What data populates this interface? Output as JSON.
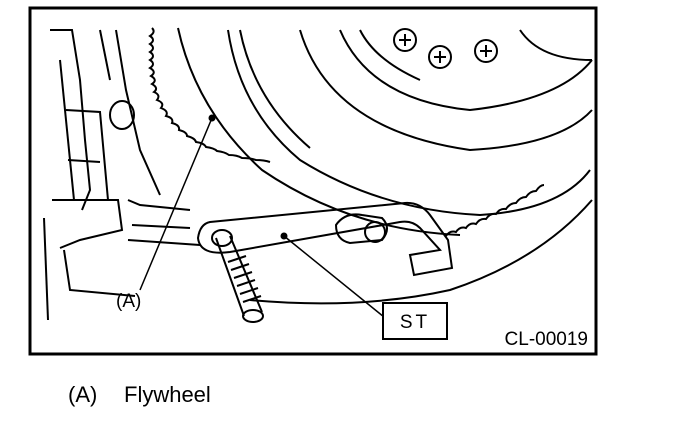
{
  "callouts": {
    "flywheel_label": "(A)",
    "special_tool_label": "ST"
  },
  "figure_code": "CL-00019",
  "legend": [
    {
      "label": "(A)",
      "text": "Flywheel"
    }
  ]
}
